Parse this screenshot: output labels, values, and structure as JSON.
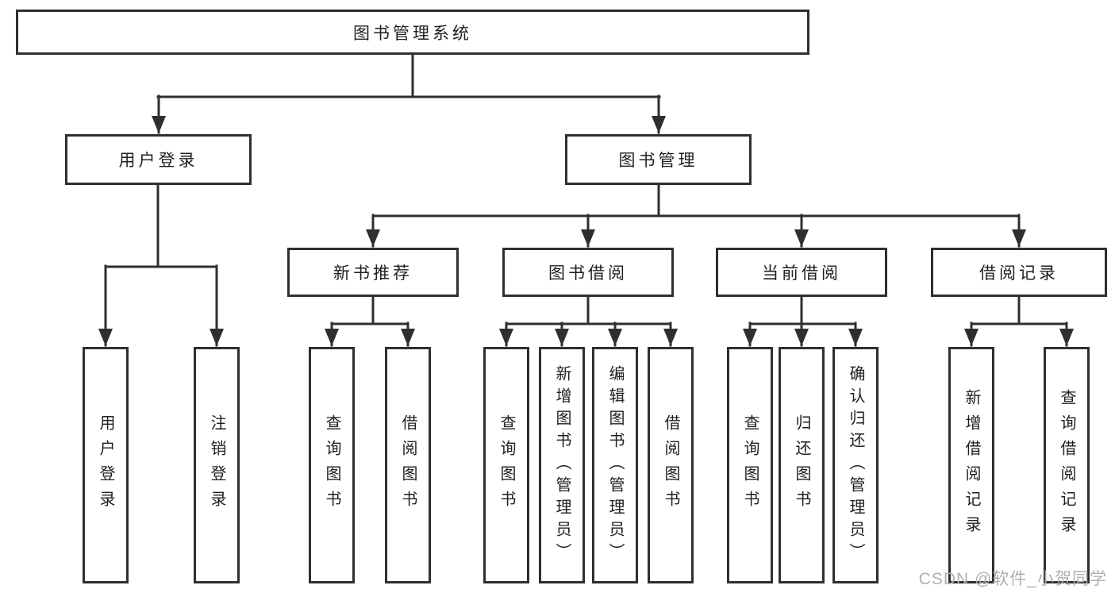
{
  "colors": {
    "line": "#2f2f2f",
    "box_border": "#2f2f2f",
    "text": "#1f1f1f",
    "watermark": "#b4aeae"
  },
  "watermark": "CSDN @软件_小贺同学",
  "tree": {
    "root": {
      "label": "图书管理系统",
      "children": [
        {
          "label": "用户登录",
          "children": [
            {
              "label": "用户登录"
            },
            {
              "label": "注销登录"
            }
          ]
        },
        {
          "label": "图书管理",
          "children": [
            {
              "label": "新书推荐",
              "children": [
                {
                  "label": "查询图书"
                },
                {
                  "label": "借阅图书"
                }
              ]
            },
            {
              "label": "图书借阅",
              "children": [
                {
                  "label": "查询图书"
                },
                {
                  "label": "新增图书（管理员）"
                },
                {
                  "label": "编辑图书（管理员）"
                },
                {
                  "label": "借阅图书"
                }
              ]
            },
            {
              "label": "当前借阅",
              "children": [
                {
                  "label": "查询图书"
                },
                {
                  "label": "归还图书"
                },
                {
                  "label": "确认归还（管理员）"
                }
              ]
            },
            {
              "label": "借阅记录",
              "children": [
                {
                  "label": "新增借阅记录"
                },
                {
                  "label": "查询借阅记录"
                }
              ]
            }
          ]
        }
      ]
    }
  }
}
